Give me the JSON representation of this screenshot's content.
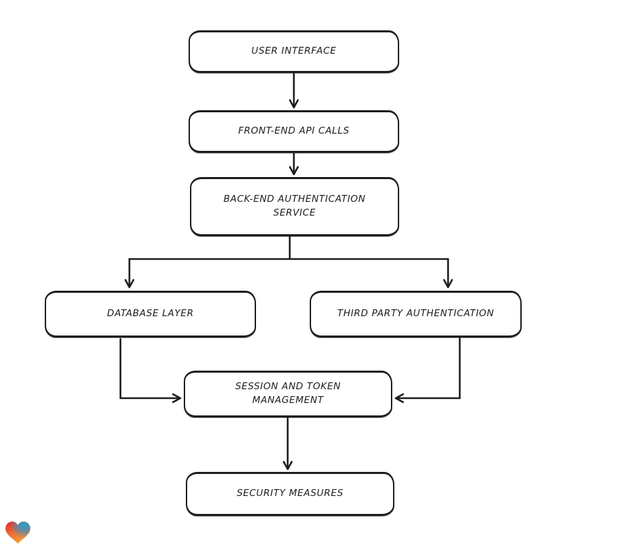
{
  "diagram": {
    "type": "flowchart",
    "style": "hand-drawn",
    "nodes": [
      {
        "id": "user-interface",
        "label": "USER INTERFACE"
      },
      {
        "id": "front-end-api-calls",
        "label": "FRONT-END API CALLS"
      },
      {
        "id": "back-end-authentication-service",
        "label": "BACK-END AUTHENTICATION SERVICE"
      },
      {
        "id": "database-layer",
        "label": "DATABASE LAYER"
      },
      {
        "id": "third-party-authentication",
        "label": "THIRD PARTY AUTHENTICATION"
      },
      {
        "id": "session-and-token-management",
        "label": "SESSION AND TOKEN MANAGEMENT"
      },
      {
        "id": "security-measures",
        "label": "SECURITY MEASURES"
      }
    ],
    "edges": [
      {
        "from": "user-interface",
        "to": "front-end-api-calls"
      },
      {
        "from": "front-end-api-calls",
        "to": "back-end-authentication-service"
      },
      {
        "from": "back-end-authentication-service",
        "to": "database-layer"
      },
      {
        "from": "back-end-authentication-service",
        "to": "third-party-authentication"
      },
      {
        "from": "database-layer",
        "to": "session-and-token-management"
      },
      {
        "from": "third-party-authentication",
        "to": "session-and-token-management"
      },
      {
        "from": "session-and-token-management",
        "to": "security-measures"
      }
    ],
    "colors": {
      "background": "#ffffff",
      "stroke": "#1d1d1d",
      "node_fill": "#ffffff",
      "text": "#1d1d1d"
    },
    "logo": {
      "name": "gradient-heart",
      "colors": [
        "#e8232f",
        "#2aa4c7",
        "#f5a03a"
      ]
    }
  }
}
